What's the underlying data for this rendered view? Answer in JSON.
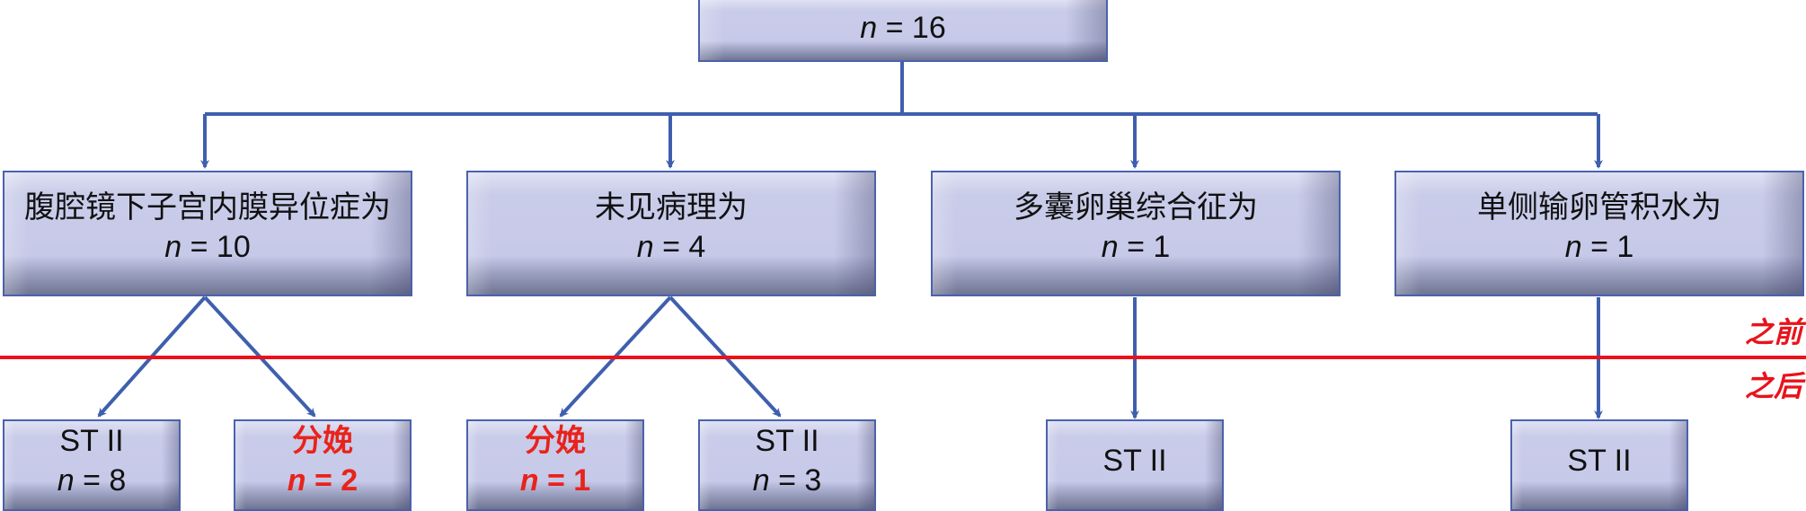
{
  "colors": {
    "connector": "#3f5fae",
    "divider": "#e8131b",
    "highlight": "#e8231b"
  },
  "root": {
    "n_label": "n",
    "value": "= 16"
  },
  "level2": [
    {
      "title": "腹腔镜下子宫内膜异位症为",
      "n_label": "n",
      "value": "= 10"
    },
    {
      "title": "未见病理为",
      "n_label": "n",
      "value": "= 4"
    },
    {
      "title": "多囊卵巢综合征为",
      "n_label": "n",
      "value": "= 1"
    },
    {
      "title": "单侧输卵管积水为",
      "n_label": "n",
      "value": "= 1"
    }
  ],
  "level3": [
    {
      "title": "ST II",
      "n_label": "n",
      "value": "= 8"
    },
    {
      "title": "分娩",
      "n_label": "n",
      "value": "= 2"
    },
    {
      "title": "分娩",
      "n_label": "n",
      "value": "= 1"
    },
    {
      "title": "ST II",
      "n_label": "n",
      "value": "= 3"
    },
    {
      "title": "ST II"
    },
    {
      "title": "ST II"
    }
  ],
  "phases": {
    "before": "之前",
    "after": "之后"
  }
}
